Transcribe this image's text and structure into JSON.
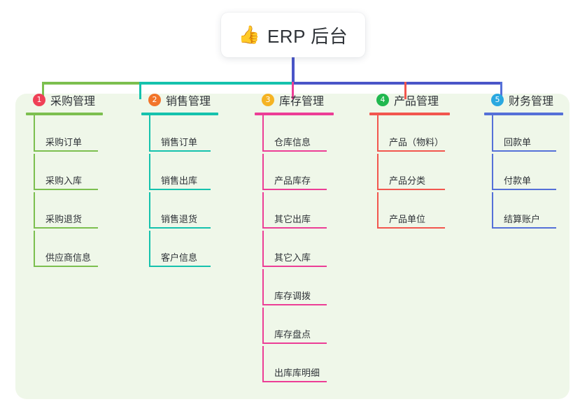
{
  "root": {
    "icon": "thumbs-up-icon",
    "emoji": "👍",
    "title": "ERP 后台"
  },
  "palette": {
    "panel_bg": "#eff7e9",
    "page_bg": "#ffffff",
    "text": "#2f3338",
    "stem": "#4a55c8",
    "bus_green": "#7cbf4f",
    "bus_teal": "#15c2ad",
    "bus_indigo": "#4a55c8"
  },
  "columns": [
    {
      "index": "1",
      "title": "采购管理",
      "badge_color": "#ef4056",
      "line_color": "#7cbf4f",
      "items": [
        {
          "label": "采购订单"
        },
        {
          "label": "采购入库"
        },
        {
          "label": "采购退货"
        },
        {
          "label": "供应商信息"
        }
      ]
    },
    {
      "index": "2",
      "title": "销售管理",
      "badge_color": "#f2742a",
      "line_color": "#15c2ad",
      "items": [
        {
          "label": "销售订单"
        },
        {
          "label": "销售出库"
        },
        {
          "label": "销售退货"
        },
        {
          "label": "客户信息"
        }
      ]
    },
    {
      "index": "3",
      "title": "库存管理",
      "badge_color": "#f5b323",
      "line_color": "#ec3e96",
      "items": [
        {
          "label": "仓库信息"
        },
        {
          "label": "产品库存"
        },
        {
          "label": "其它出库"
        },
        {
          "label": "其它入库"
        },
        {
          "label": "库存调拨"
        },
        {
          "label": "库存盘点"
        },
        {
          "label": "出库库明细"
        }
      ]
    },
    {
      "index": "4",
      "title": "产品管理",
      "badge_color": "#21b84f",
      "line_color": "#f2564e",
      "items": [
        {
          "label": "产品（物料）"
        },
        {
          "label": "产品分类"
        },
        {
          "label": "产品单位"
        }
      ]
    },
    {
      "index": "5",
      "title": "财务管理",
      "badge_color": "#2aa8e0",
      "line_color": "#5570d8",
      "items": [
        {
          "label": "回款单"
        },
        {
          "label": "付款单"
        },
        {
          "label": "结算账户"
        }
      ]
    }
  ]
}
